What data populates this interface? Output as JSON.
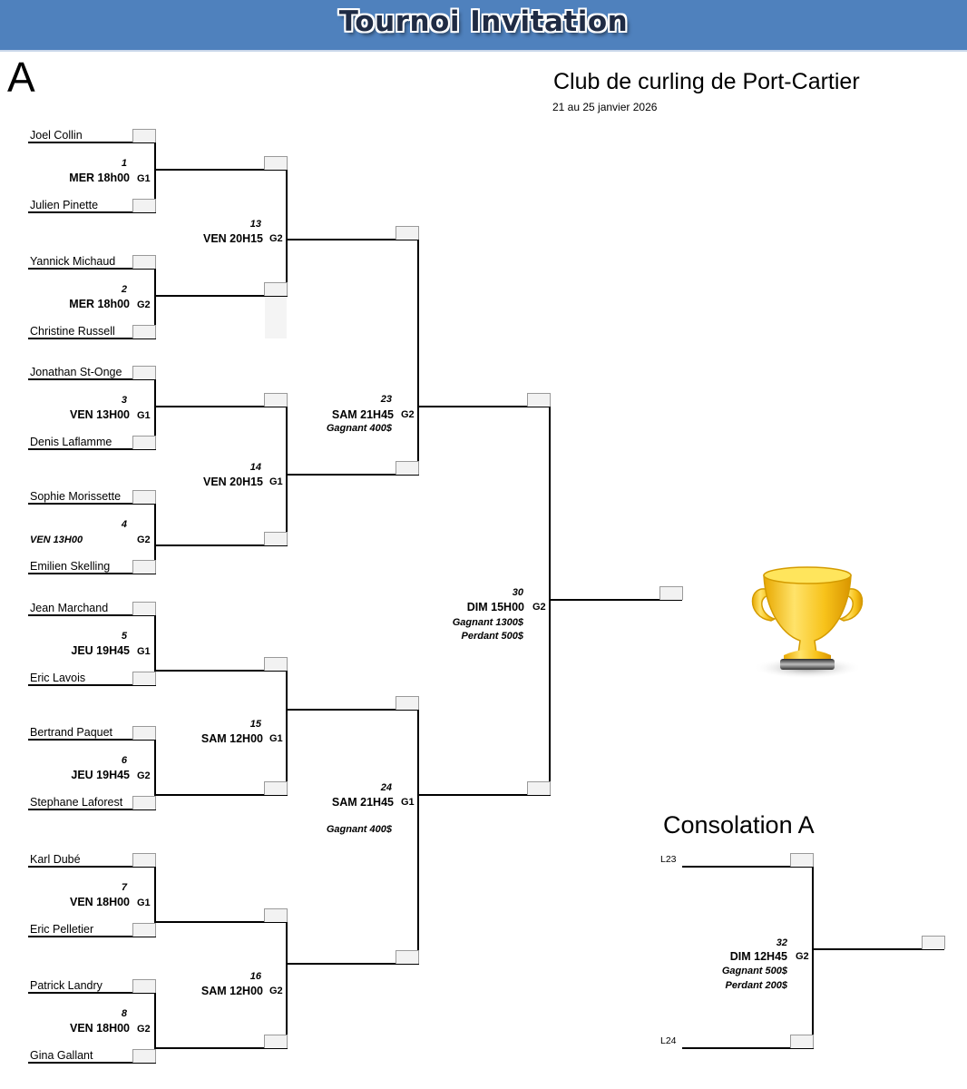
{
  "header": {
    "title": "Tournoi Invitation"
  },
  "draw_letter": "A",
  "club": {
    "name": "Club de curling de Port-Cartier",
    "dates": "21 au 25 janvier 2026"
  },
  "colors": {
    "banner": "#4f81bd",
    "title_text": "#1f2b44",
    "score_box": "#f2f2f2",
    "trophy_gold": "#f5c518"
  },
  "first_round": [
    {
      "num": "1",
      "time": "MER 18h00",
      "sheet": "G1",
      "team_a": "Joel Collin",
      "team_b": "Julien Pinette"
    },
    {
      "num": "2",
      "time": "MER 18h00",
      "sheet": "G2",
      "team_a": "Yannick Michaud",
      "team_b": "Christine Russell"
    },
    {
      "num": "3",
      "time": "VEN 13H00",
      "sheet": "G1",
      "team_a": "Jonathan St-Onge",
      "team_b": "Denis Laflamme"
    },
    {
      "num": "4",
      "time": "VEN 13H00",
      "sheet": "G2",
      "team_a": "Sophie Morissette",
      "team_b": "Emilien Skelling"
    },
    {
      "num": "5",
      "time": "JEU 19H45",
      "sheet": "G1",
      "team_a": "Jean Marchand",
      "team_b": "Eric Lavois"
    },
    {
      "num": "6",
      "time": "JEU 19H45",
      "sheet": "G2",
      "team_a": "Bertrand Paquet",
      "team_b": "Stephane Laforest"
    },
    {
      "num": "7",
      "time": "VEN 18H00",
      "sheet": "G1",
      "team_a": "Karl Dubé",
      "team_b": "Eric Pelletier"
    },
    {
      "num": "8",
      "time": "VEN 18H00",
      "sheet": "G2",
      "team_a": "Patrick Landry",
      "team_b": "Gina Gallant"
    }
  ],
  "second_round": [
    {
      "num": "13",
      "time": "VEN 20H15",
      "sheet": "G2"
    },
    {
      "num": "14",
      "time": "VEN 20H15",
      "sheet": "G1"
    },
    {
      "num": "15",
      "time": "SAM 12H00",
      "sheet": "G1"
    },
    {
      "num": "16",
      "time": "SAM 12H00",
      "sheet": "G2"
    }
  ],
  "semis": [
    {
      "num": "23",
      "time": "SAM 21H45",
      "sheet": "G2",
      "prize": "Gagnant 400$"
    },
    {
      "num": "24",
      "time": "SAM 21H45",
      "sheet": "G1",
      "prize": "Gagnant 400$"
    }
  ],
  "final": {
    "num": "30",
    "time": "DIM 15H00",
    "sheet": "G2",
    "prize_winner": "Gagnant 1300$",
    "prize_loser": "Perdant 500$"
  },
  "consolation": {
    "title": "Consolation A",
    "seed_a": "L23",
    "seed_b": "L24",
    "num": "32",
    "time": "DIM 12H45",
    "sheet": "G2",
    "prize_winner": "Gagnant 500$",
    "prize_loser": "Perdant 200$"
  }
}
